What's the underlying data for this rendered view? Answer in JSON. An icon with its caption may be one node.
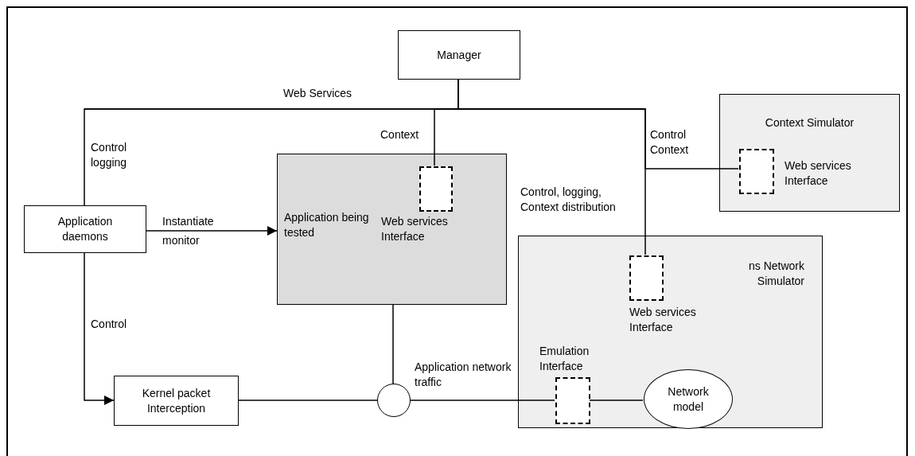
{
  "diagram": {
    "nodes": [
      {
        "text": [
          "Manager"
        ]
      },
      {
        "text": [
          "Context Simulator"
        ]
      },
      {
        "text": [],
        "shape": "box",
        "in": 1,
        "beside": [
          "Web services Interface"
        ]
      },
      {
        "text": [
          "Application daemons"
        ]
      },
      {
        "text": [
          "Application being tested"
        ]
      },
      {
        "text": [],
        "shape": "box",
        "in": 4,
        "beside": [
          "Web services Interface"
        ]
      },
      {
        "text": [
          "ns Network Simulator"
        ]
      },
      {
        "text": [],
        "shape": "box",
        "in": 6,
        "beside": [
          "Web services Interface"
        ]
      },
      {
        "text": [],
        "shape": "box",
        "in": 6,
        "beside": [
          "Emulation Interface"
        ]
      },
      {
        "text": [
          "Network model"
        ],
        "in": 6
      },
      {
        "text": [
          "Kernel packet Interception"
        ]
      },
      {
        "text": [],
        "shape": "circle"
      }
    ],
    "edges": [
      {
        "from": 0,
        "to": 3,
        "arrow": "none",
        "label": "Control logging"
      },
      {
        "from": 0,
        "to": 5,
        "arrow": "none",
        "label": "Context"
      },
      {
        "from": 0,
        "to": 7,
        "arrow": "none",
        "label": "Control, logging, Context distribution"
      },
      {
        "from": 0,
        "to": 2,
        "arrow": "none",
        "label": "Control Context"
      },
      {
        "from": 3,
        "to": 4,
        "arrow": "to",
        "label": "Instantiate monitor"
      },
      {
        "from": 3,
        "to": 10,
        "arrow": "to",
        "label": "Control"
      },
      {
        "from": 10,
        "to": 11,
        "arrow": "none"
      },
      {
        "from": 4,
        "to": 11,
        "arrow": "none"
      },
      {
        "from": 11,
        "to": 8,
        "arrow": "none",
        "label": "Application network traffic"
      },
      {
        "from": 8,
        "to": 9,
        "arrow": "none"
      }
    ],
    "labels": [
      "Web Services"
    ]
  }
}
